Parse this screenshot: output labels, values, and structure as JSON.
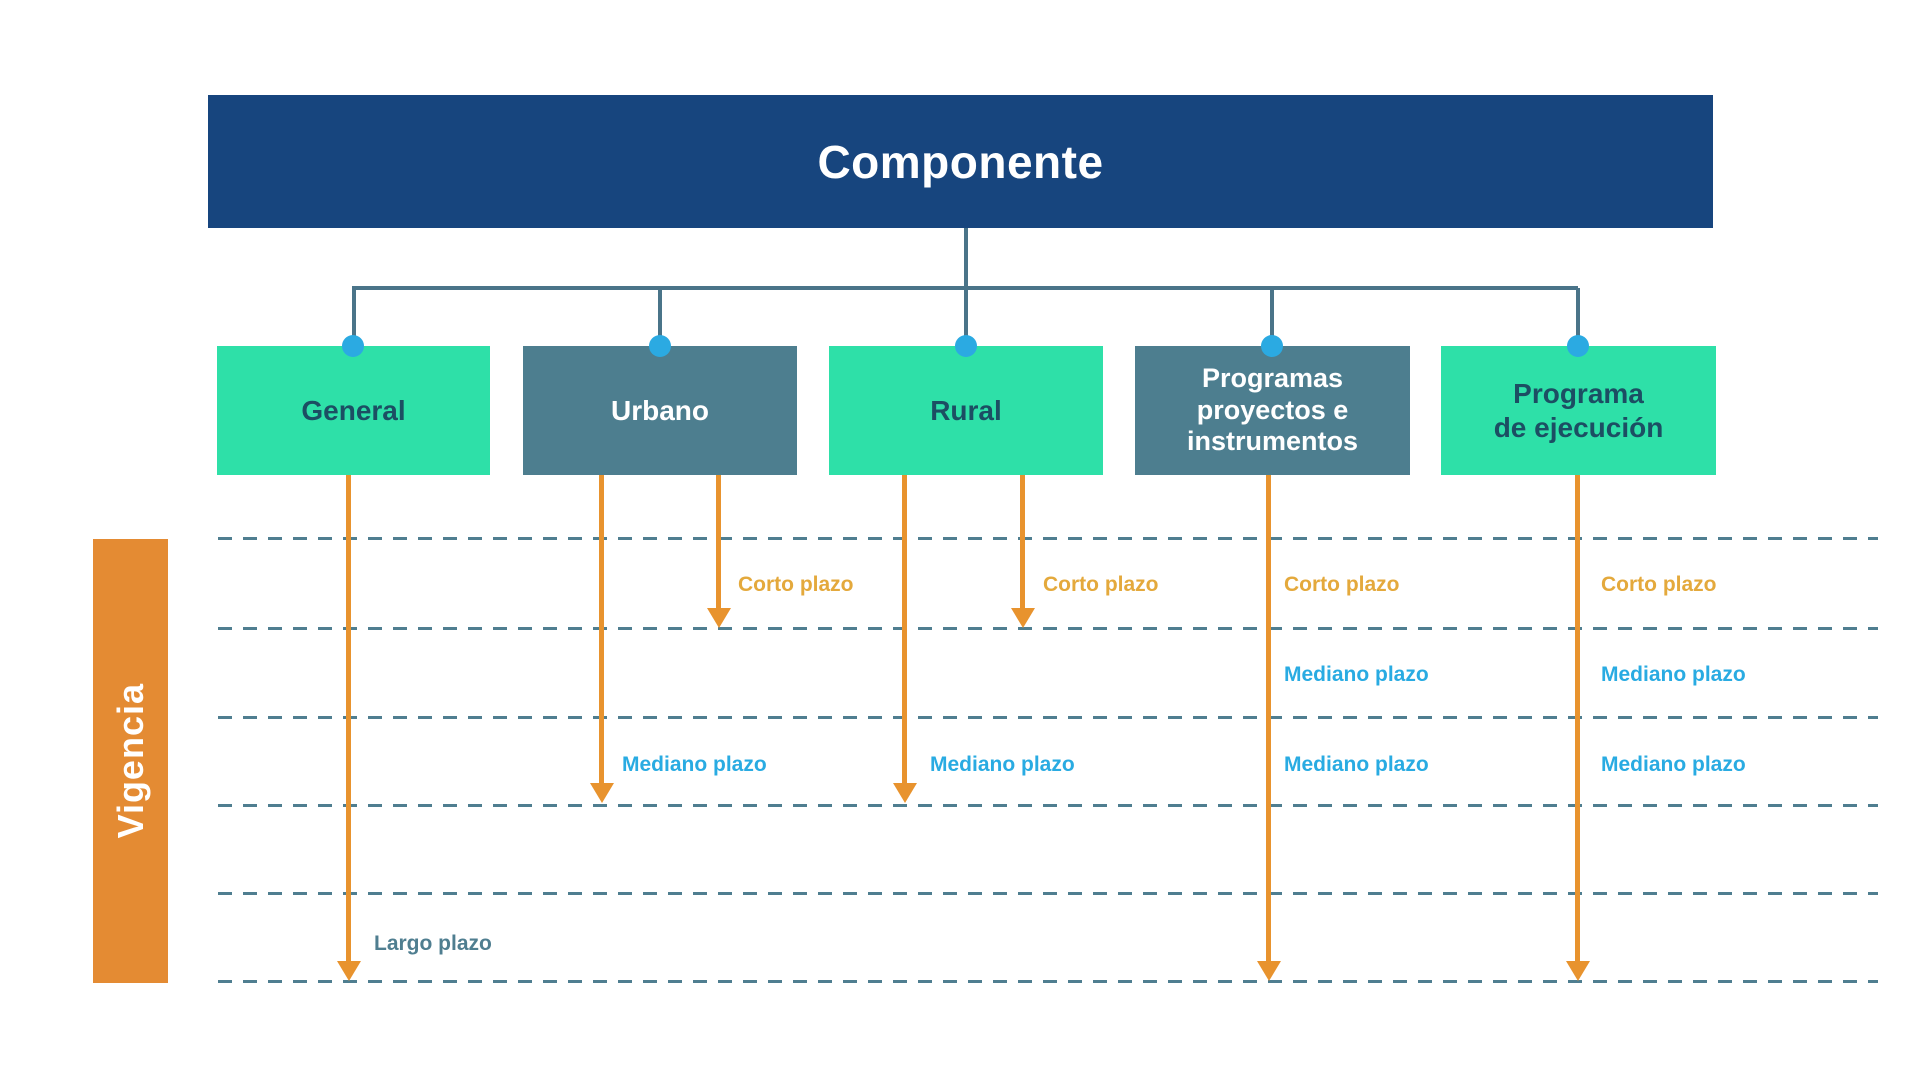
{
  "header": {
    "title": "Componente"
  },
  "axis": {
    "label": "Vigencia"
  },
  "components": [
    {
      "label": "General",
      "variant": "green"
    },
    {
      "label": "Urbano",
      "variant": "slate"
    },
    {
      "label": "Rural",
      "variant": "green"
    },
    {
      "label": "Programas\nproyectos e\ninstrumentos",
      "variant": "slate"
    },
    {
      "label": "Programa\nde ejecución",
      "variant": "green"
    }
  ],
  "labels": {
    "corto": "Corto plazo",
    "mediano": "Mediano plazo",
    "largo": "Largo plazo"
  },
  "timeline": {
    "rows": 6,
    "arrows": [
      {
        "from": "General",
        "depth": "largo"
      },
      {
        "from": "Urbano",
        "depth": "mediano"
      },
      {
        "from": "Urbano",
        "depth": "corto"
      },
      {
        "from": "Rural",
        "depth": "mediano"
      },
      {
        "from": "Rural",
        "depth": "corto"
      },
      {
        "from": "Programas proyectos e instrumentos",
        "depth": "largo"
      },
      {
        "from": "Programa de ejecución",
        "depth": "largo"
      }
    ]
  },
  "colors": {
    "navy": "#17457E",
    "green": "#2EE0A8",
    "slate_box": "#4D7E8F",
    "orange_bar": "#E48B33",
    "arrow_orange": "#E8932E",
    "corto_text": "#E4A93C",
    "mediano_text": "#29ABE2",
    "largo_text": "#4F7E90",
    "connector": "#4A7489",
    "dot_blue": "#2BAAE2",
    "dark_box_text": "#1C4E63"
  }
}
